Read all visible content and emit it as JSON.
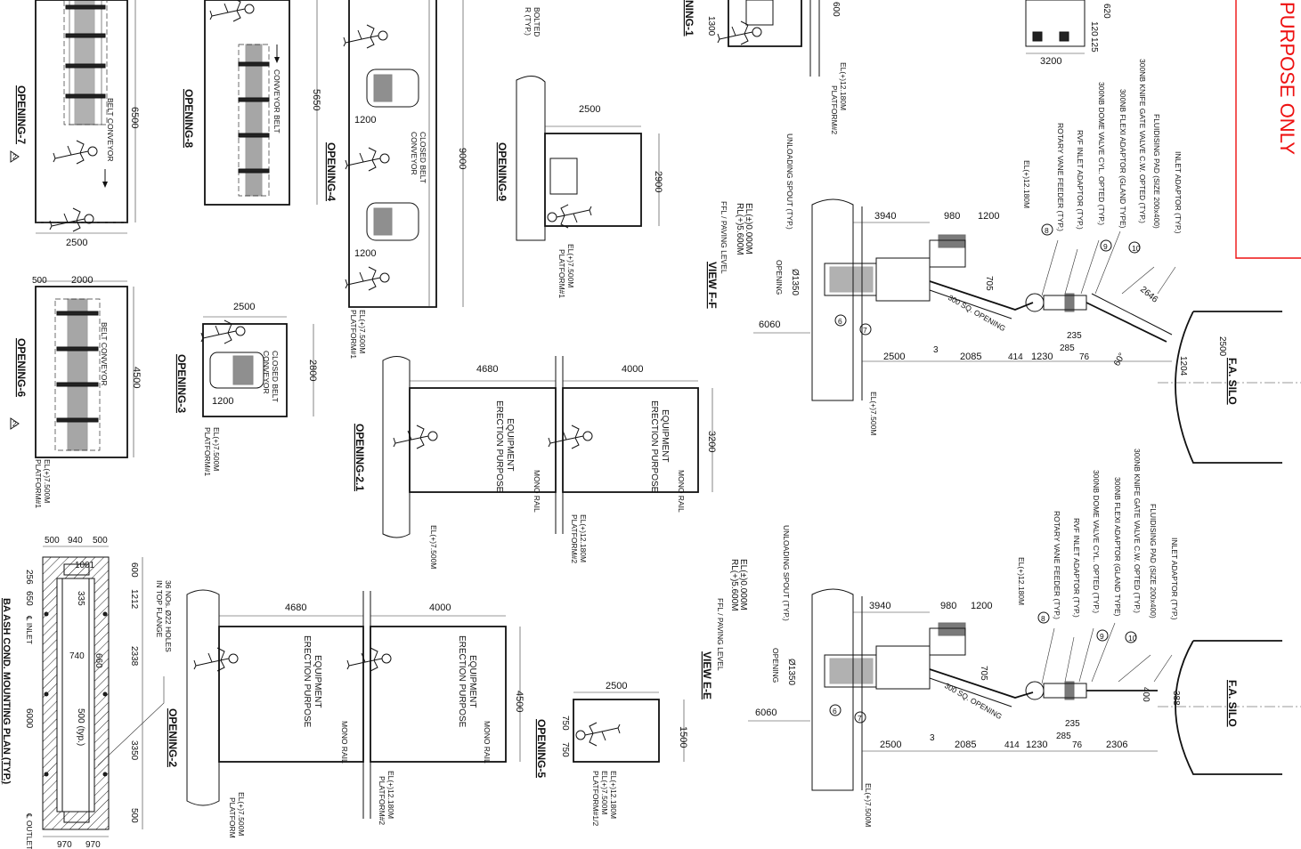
{
  "openings": {
    "o7": {
      "title": "OPENING-7",
      "rev": "2",
      "label": "BELT CONVEYOR",
      "dim_len": "6500",
      "dim_w": "2500"
    },
    "o8": {
      "title": "OPENING-8",
      "label": "CONVEYOR BELT",
      "dim_len": "5650",
      "bolted": "BOLTED",
      "bolted2": "R (TYP.)"
    },
    "o6": {
      "title": "OPENING-6",
      "rev": "2",
      "label": "BELT CONVEYOR",
      "dim_a": "500",
      "dim_b": "2000",
      "dim_len": "4500",
      "el": "EL(+)7.500M",
      "plat": "PLATFORM#1"
    },
    "o4": {
      "title": "OPENING-4",
      "label_a": "CLOSED BELT",
      "label_b": "CONVEYOR",
      "dim_a": "1200",
      "dim_b": "1200",
      "dim_len": "9000",
      "el": "EL(+)7.500M",
      "plat": "PLATFORM#1"
    },
    "o3": {
      "title": "OPENING-3",
      "label_a": "CLOSED BELT",
      "label_b": "CONVEYOR",
      "dim_w": "2500",
      "dim_h": "2800",
      "dim_a": "1200",
      "el": "EL(+)7.500M",
      "plat": "PLATFORM#1"
    },
    "o9": {
      "title": "OPENING-9",
      "dim_w": "2500",
      "dim_h": "2900",
      "el": "EL(+)7.500M",
      "plat": "PLATFORM#1"
    },
    "o21": {
      "title": "OPENING-2.1",
      "dim_a": "4680",
      "dim_b": "4000",
      "dim_h": "3200",
      "eq_a": "EQUIPMENT",
      "eq_b": "ERECTION PURPOSE",
      "mono": "MONO RAIL",
      "el_a": "EL(+)7.500M",
      "el_b": "EL(+)12.180M",
      "plat": "PLATFORM#2"
    },
    "o2": {
      "title": "OPENING-2",
      "dim_a": "4680",
      "dim_b": "4000",
      "dim_h": "4500",
      "eq_a": "EQUIPMENT",
      "eq_b": "ERECTION PURPOSE",
      "mono": "MONO RAIL",
      "el_a": "EL(+)7.500M",
      "el_b": "EL(+)12.180M",
      "plat_a": "PLATFORM",
      "plat_b": "PLATFORM#2"
    },
    "o5": {
      "title": "OPENING-5",
      "dim_w": "2500",
      "dim_h": "1500",
      "dim_a": "750",
      "dim_b": "750",
      "el_a": "EL(+)12.180M",
      "el_b": "EL(+)7.500M",
      "plat": "PLATFORM#1/2"
    },
    "o1": {
      "title": "NING-1",
      "dim": "1300"
    }
  },
  "top_misc": {
    "el": "EL(+)12.180M",
    "plat": "PLATFORM#2",
    "d600": "600",
    "d3200": "3200",
    "d620": "620",
    "d120": "120",
    "d125": "125"
  },
  "view_ff": {
    "title": "VIEW F-F",
    "silo": "F.A. SILO",
    "notes": [
      "INLET ADAPTOR (TYP.)",
      "FLUIDISING PAD (SIZE 200x400)",
      "300NB KNIFE GATE VALVE C.W. OPTED (TYP.)",
      "300NB FLEXI ADAPTOR (GLAND TYPE)",
      "300NB DOME VALVE CYL. OPTED (TYP.)",
      "RVF INLET ADAPTOR (TYP.)",
      "ROTARY VANE FEEDER (TYP.)"
    ],
    "bubbles": [
      "10",
      "9",
      "8",
      "6",
      "7"
    ],
    "spout": "UNLOADING SPOUT (TYP.)",
    "el_a": "EL(±)0.000M",
    "el_b": "RL(+)5.600M",
    "ffl": "FFL / PAVING LEVEL",
    "el_c": "EL(+)12.180M",
    "el_d": "EL(+)7.500M",
    "opening": "OPENING",
    "dia": "Ø1350",
    "dims": {
      "d3940": "3940",
      "d980": "980",
      "d1200": "1200",
      "d6060": "6060",
      "d2500": "2500",
      "d2085": "2085",
      "d414": "414",
      "d1230": "1230",
      "d76": "76",
      "d285": "285",
      "d235": "235",
      "d2646": "2646",
      "d705": "705",
      "d2500b": "2500",
      "d1204": "1204",
      "sq": "300 SQ. OPENING",
      "d3": "3",
      "deg": "60°"
    }
  },
  "view_ee": {
    "title": "VIEW E-E",
    "silo": "F.A. SILO",
    "notes": [
      "INLET ADAPTOR (TYP.)",
      "FLUIDISING PAD (SIZE 200x400)",
      "300NB KNIFE GATE VALVE C.W. OPTED (TYP.)",
      "300NB FLEXI ADAPTOR (GLAND TYPE)",
      "300NB DOME VALVE CYL. OPTED (TYP.)",
      "RVF INLET ADAPTOR (TYP.)",
      "ROTARY VANE FEEDER (TYP.)"
    ],
    "bubbles": [
      "10",
      "9",
      "8",
      "6",
      "7"
    ],
    "spout": "UNLOADING SPOUT (TYP.)",
    "el_a": "EL(±)0.000M",
    "el_b": "RL(+)5.600M",
    "ffl": "FFL / PAVING LEVEL",
    "el_c": "EL(+)12.180M",
    "el_d": "EL(+)7.500M",
    "opening": "OPENING",
    "dia": "Ø1350",
    "dims": {
      "d3940": "3940",
      "d980": "980",
      "d1200": "1200",
      "d6060": "6060",
      "d2500": "2500",
      "d2085": "2085",
      "d414": "414",
      "d1230": "1230",
      "d76": "76",
      "d285": "285",
      "d235": "235",
      "d2306": "2306",
      "d705": "705",
      "d400": "400",
      "d388": "388",
      "sq": "300 SQ. OPENING",
      "d3": "3"
    }
  },
  "mount": {
    "title": "BA ASH COND. MOUNTING PLAN (TYP.)",
    "holes_a": "36 NOs. Ø22 HOLES",
    "holes_b": "IN TOP FLANGE",
    "inlet": "℄ INLET",
    "outlet": "℄ OUTLET",
    "d500a": "500",
    "d940": "940",
    "d500b": "500",
    "d600": "600",
    "d1212": "1212",
    "d2338": "2338",
    "d3350": "3350",
    "d500c": "500",
    "d256": "256",
    "d650": "650",
    "d6000": "6000",
    "d970a": "970",
    "d970b": "970",
    "d740": "740",
    "d660": "660",
    "d335": "335",
    "d500typ": "500 (typ.)",
    "d1001": "1001"
  },
  "stamp": {
    "text": "PURPOSE ONLY",
    "color": "#e11111"
  }
}
